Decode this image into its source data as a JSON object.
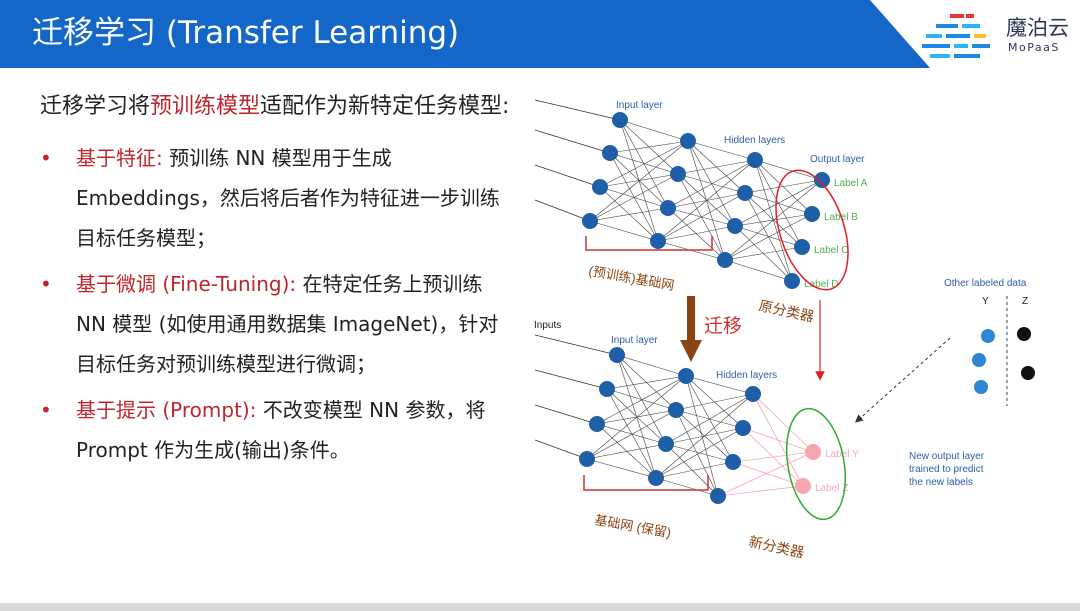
{
  "header": {
    "title": "迁移学习 (Transfer Learning)",
    "band_color": "#1467c8",
    "logo": {
      "cn": "魔泊云",
      "en": "MoPaaS"
    }
  },
  "content": {
    "intro": {
      "prefix": "迁移学习将",
      "highlight": "预训练模型",
      "suffix": "适配作为新特定任务模型:"
    },
    "bullets": [
      {
        "marker": "•",
        "heading": "基于特征:",
        "text": "预训练 NN 模型用于生成 Embeddings，然后将后者作为特征进一步训练目标任务模型；"
      },
      {
        "marker": "•",
        "heading": "基于微调 (Fine-Tuning):",
        "text": "在特定任务上预训练 NN 模型 (如使用通用数据集 ImageNet)，针对目标任务对预训练模型进行微调；"
      },
      {
        "marker": "•",
        "heading": "基于提示 (Prompt):",
        "text": "不改变模型 NN 参数，将 Prompt 作为生成(输出)条件。"
      }
    ],
    "accent_color": "#c0252d"
  },
  "diagram": {
    "top_net": {
      "input_layer": "Input layer",
      "hidden_layers": "Hidden layers",
      "output_layer": "Output layer",
      "output_labels": [
        "Label A",
        "Label B",
        "Label C",
        "Label D"
      ],
      "bracket_label": "(预训练)基础网",
      "classifier_label": "原分类器"
    },
    "transfer_label": "迁移",
    "bottom_net": {
      "inputs": "Inputs",
      "input_layer": "Input layer",
      "hidden_layers": "Hidden layers",
      "output_labels": [
        "Label Y",
        "Label Z"
      ],
      "bracket_label": "基础网 (保留)",
      "classifier_label": "新分类器"
    },
    "legend": {
      "title": "Other labeled data",
      "col_y": "Y",
      "col_z": "Z"
    },
    "note": [
      "New output layer",
      "trained to predict",
      "the new labels"
    ],
    "colors": {
      "node": "#1f5fa8",
      "node_new": "#f4a7b0",
      "label_green": "#4caf50",
      "blue_text": "#2e5fa6",
      "brown": "#8b4513",
      "red": "#d32f2f",
      "ellipse_red": "#e02020",
      "ellipse_green": "#2eaa2e"
    }
  }
}
